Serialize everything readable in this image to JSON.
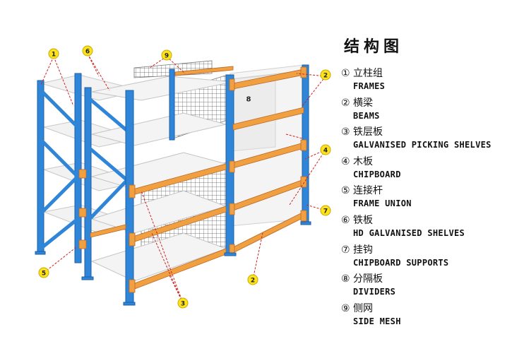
{
  "title": "结构图",
  "legend": [
    {
      "num": "①",
      "cn": "立柱组",
      "en": "FRAMES"
    },
    {
      "num": "②",
      "cn": "横梁",
      "en": "BEAMS"
    },
    {
      "num": "③",
      "cn": "铁层板",
      "en": "GALVANISED PICKING SHELVES"
    },
    {
      "num": "④",
      "cn": "木板",
      "en": "CHIPBOARD"
    },
    {
      "num": "⑤",
      "cn": "连接杆",
      "en": "FRAME UNION"
    },
    {
      "num": "⑥",
      "cn": "铁板",
      "en": "HD GALVANISED SHELVES"
    },
    {
      "num": "⑦",
      "cn": "挂钩",
      "en": "CHIPBOARD SUPPORTS"
    },
    {
      "num": "⑧",
      "cn": "分隔板",
      "en": "DIVIDERS"
    },
    {
      "num": "⑨",
      "cn": "侧网",
      "en": "SIDE MESH"
    }
  ],
  "callouts": [
    "1",
    "6",
    "9",
    "2",
    "8",
    "4",
    "7",
    "5",
    "3",
    "2"
  ],
  "colors": {
    "upright": "#2f86d8",
    "upright_edge": "#1c5fa6",
    "beam": "#f0a040",
    "beam_edge": "#b8692a",
    "shelf": "#f1f1f1",
    "mesh": "#555555",
    "callout_fill": "#ffe31a",
    "leader": "#d02020"
  }
}
